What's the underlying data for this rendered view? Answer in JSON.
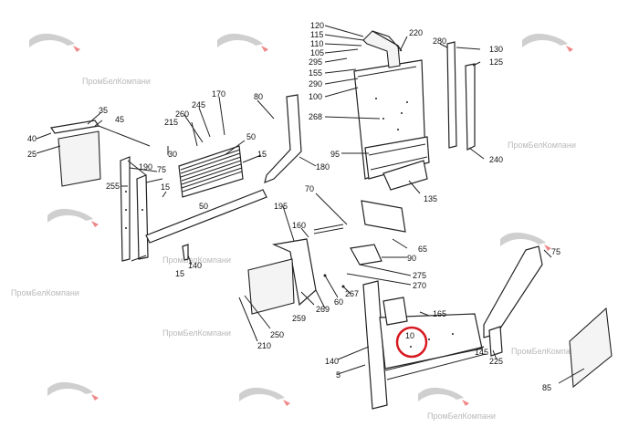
{
  "watermark_text": "ПромБелКомпани",
  "highlight_color": "#d71920",
  "callouts": [
    "120",
    "115",
    "110",
    "105",
    "295",
    "155",
    "290",
    "100",
    "220",
    "280",
    "130",
    "125",
    "268",
    "95",
    "240",
    "135",
    "40",
    "35",
    "45",
    "25",
    "215",
    "260",
    "245",
    "170",
    "80",
    "30",
    "190",
    "75",
    "255",
    "15",
    "50",
    "180",
    "195",
    "70",
    "160",
    "65",
    "90",
    "275",
    "270",
    "267",
    "269",
    "259",
    "60",
    "250",
    "210",
    "140",
    "10",
    "165",
    "145",
    "225",
    "5",
    "85"
  ]
}
